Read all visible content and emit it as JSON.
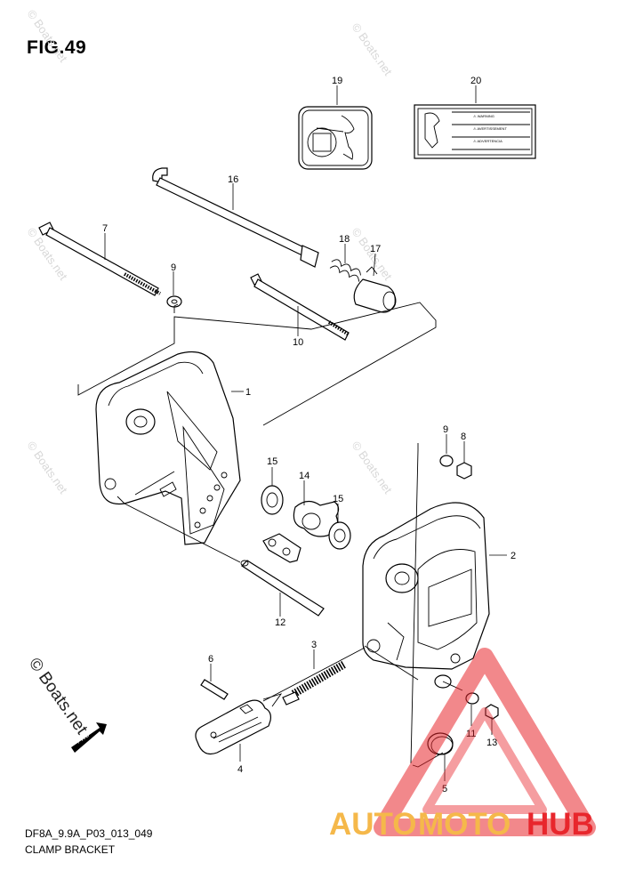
{
  "figure": {
    "title": "FIG.49",
    "code": "DF8A_9.9A_P03_013_049",
    "name": "CLAMP BRACKET"
  },
  "callouts": [
    "19",
    "20",
    "16",
    "7",
    "9",
    "18",
    "17",
    "10",
    "1",
    "9",
    "8",
    "15",
    "14",
    "15",
    "2",
    "12",
    "3",
    "6",
    "11",
    "13",
    "4",
    "5"
  ],
  "watermark": {
    "text": "© Boats.net",
    "side_text": "© Boats.net"
  },
  "logo": {
    "part1": "AUTO",
    "part2": "MOTO",
    "part3": "HUB",
    "color1": "#f5b84a",
    "color2": "#e8262c",
    "triangle_color": "#e8262c"
  },
  "label20_lines": [
    "⚠ WARNING",
    "⚠ AVERTISSEMENT",
    "⚠ ADVERTENCIA"
  ]
}
